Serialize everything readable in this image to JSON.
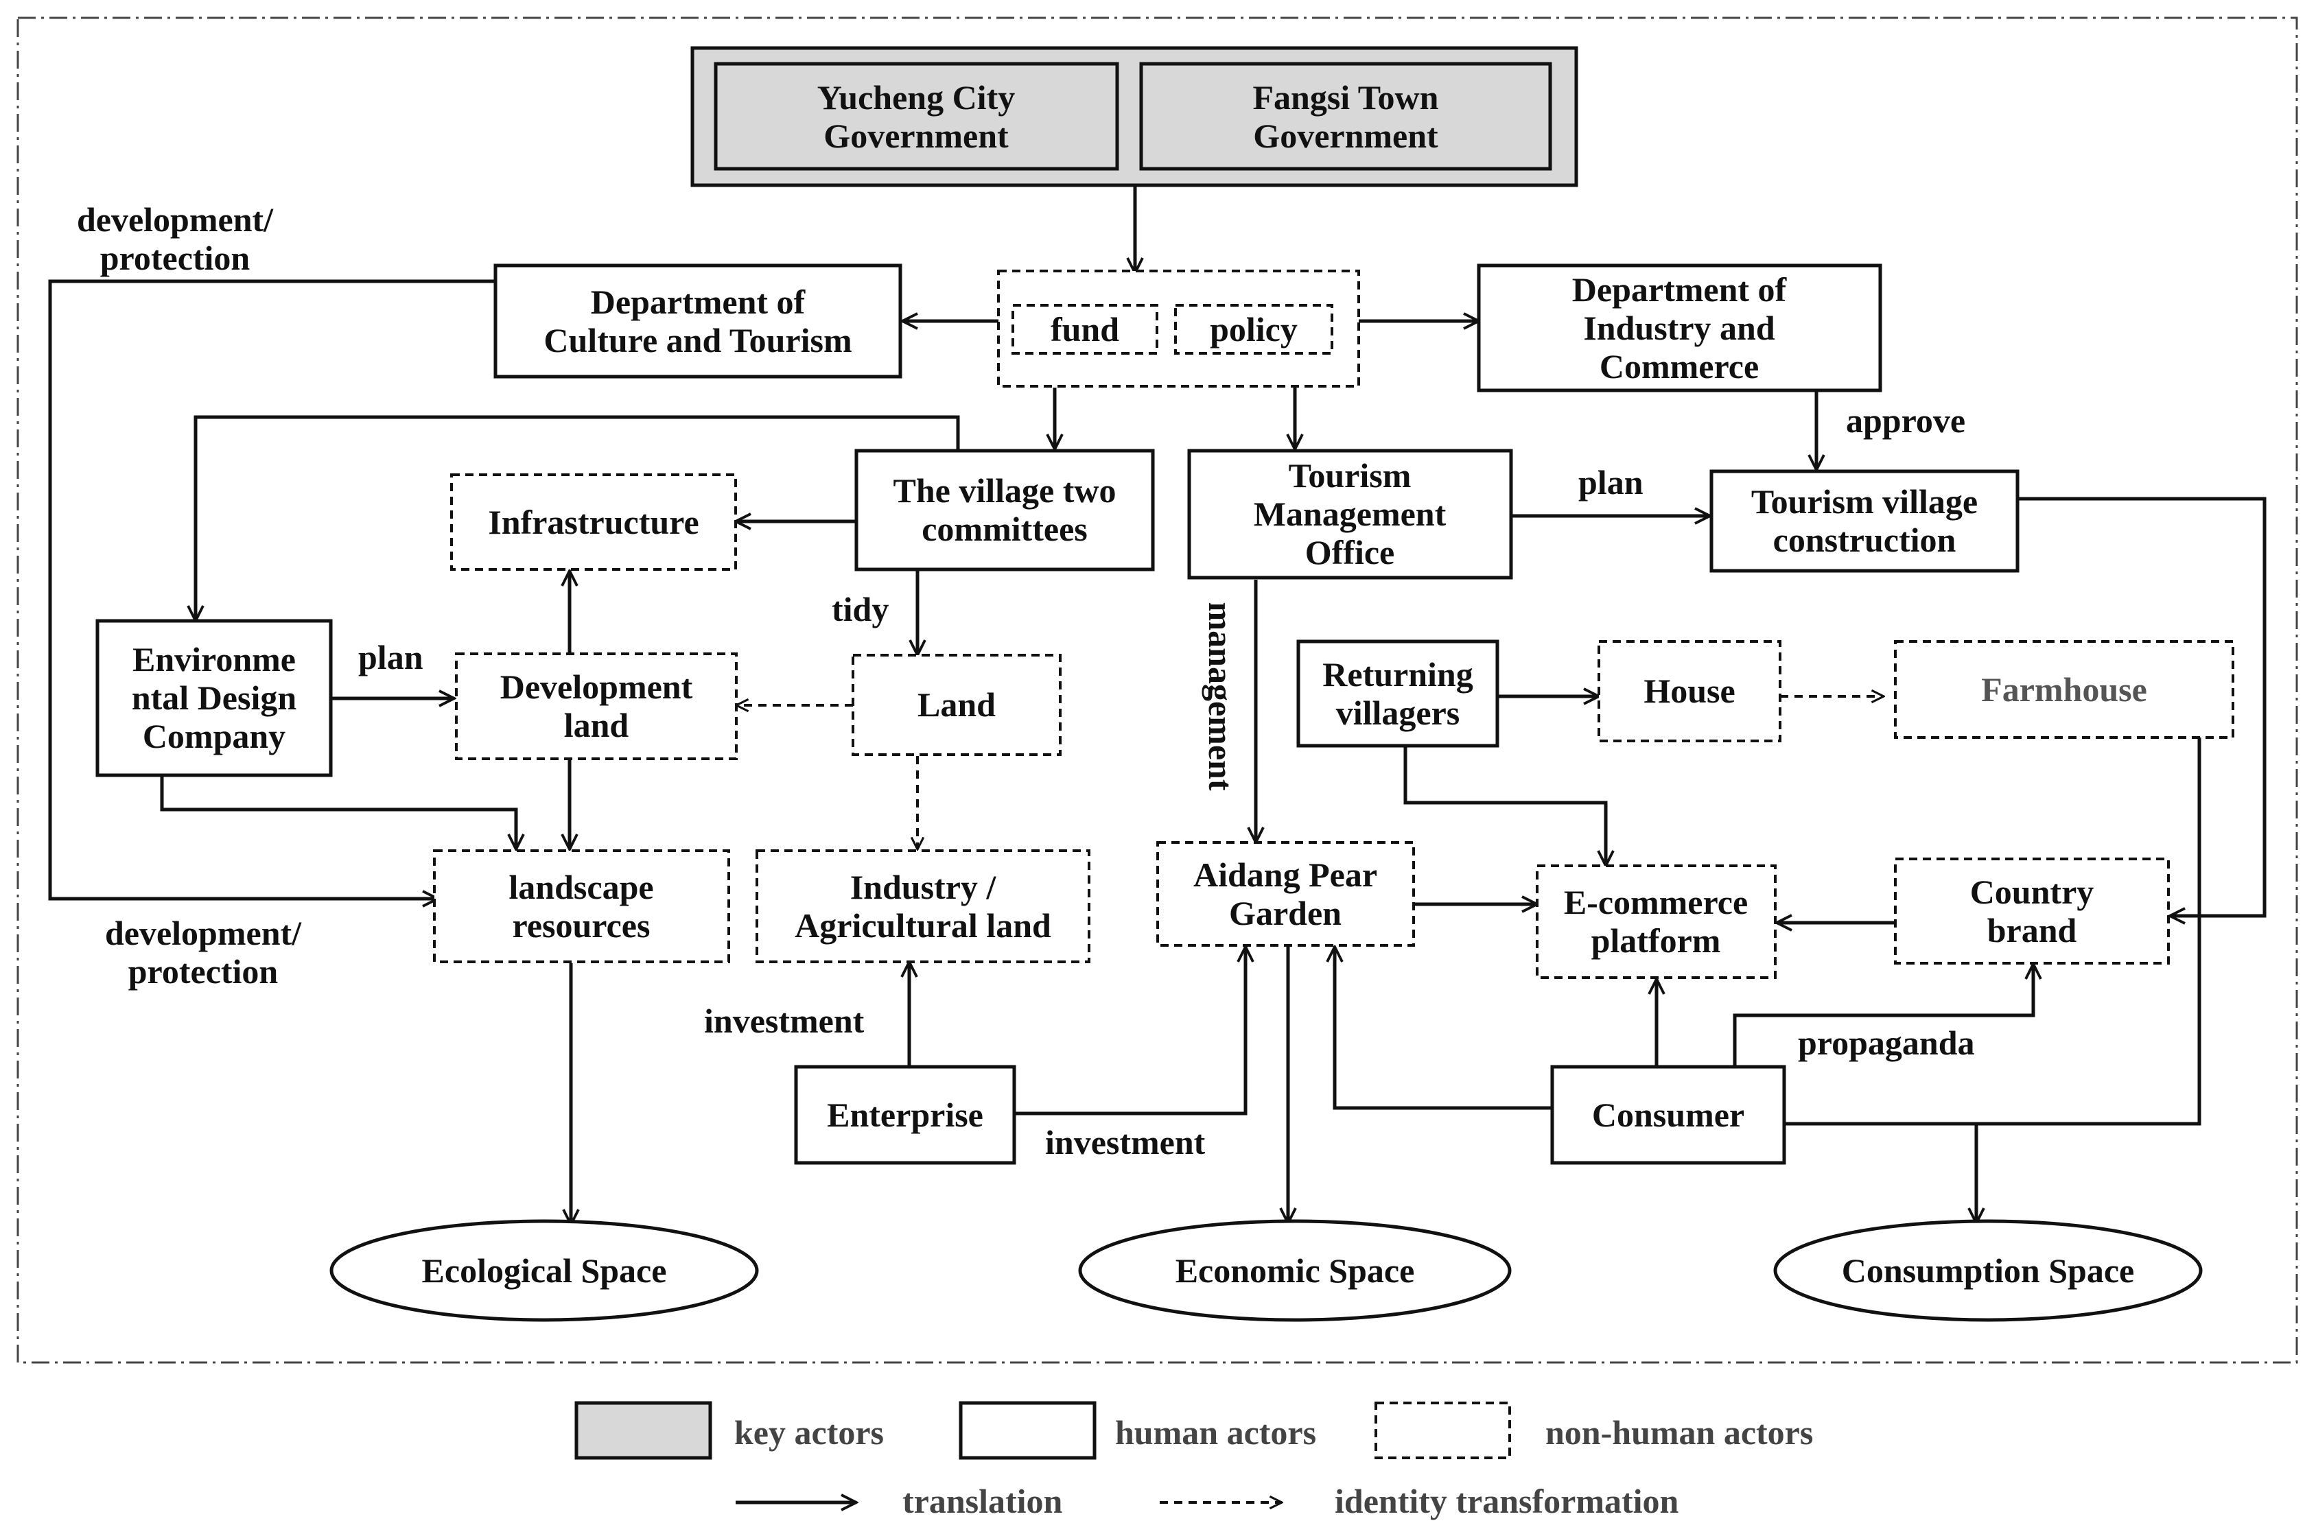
{
  "nodes": {
    "yucheng_gov": {
      "lines": [
        "Yucheng City",
        "Government"
      ]
    },
    "fangsi_gov": {
      "lines": [
        "Fangsi Town",
        "Government"
      ]
    },
    "fund": {
      "lines": [
        "fund"
      ]
    },
    "policy": {
      "lines": [
        "policy"
      ]
    },
    "dept_culture": {
      "lines": [
        "Department of",
        "Culture and Tourism"
      ]
    },
    "dept_industry": {
      "lines": [
        "Department of",
        "Industry and",
        "Commerce"
      ]
    },
    "village_committees": {
      "lines": [
        "The village two",
        "committees"
      ]
    },
    "tourism_office": {
      "lines": [
        "Tourism",
        "Management",
        "Office"
      ]
    },
    "tourism_village": {
      "lines": [
        "Tourism village",
        "construction"
      ]
    },
    "infrastructure": {
      "lines": [
        "Infrastructure"
      ]
    },
    "env_design": {
      "lines": [
        "Environme",
        "ntal  Design",
        "Company"
      ]
    },
    "dev_land": {
      "lines": [
        "Development",
        "land"
      ]
    },
    "land": {
      "lines": [
        "Land"
      ]
    },
    "returning_villagers": {
      "lines": [
        "Returning",
        "villagers"
      ]
    },
    "house": {
      "lines": [
        "House"
      ]
    },
    "farmhouse": {
      "lines": [
        "Farmhouse"
      ]
    },
    "landscape": {
      "lines": [
        "landscape",
        "resources"
      ]
    },
    "industry_land": {
      "lines": [
        "Industry /",
        "Agricultural land"
      ]
    },
    "aidang": {
      "lines": [
        "Aidang Pear",
        "Garden"
      ]
    },
    "ecommerce": {
      "lines": [
        "E-commerce",
        "platform"
      ]
    },
    "country_brand": {
      "lines": [
        "Country",
        "brand"
      ]
    },
    "enterprise": {
      "lines": [
        "Enterprise"
      ]
    },
    "consumer": {
      "lines": [
        "Consumer"
      ]
    },
    "ecological_space": {
      "lines": [
        "Ecological Space"
      ]
    },
    "economic_space": {
      "lines": [
        "Economic Space"
      ]
    },
    "consumption_space": {
      "lines": [
        "Consumption Space"
      ]
    }
  },
  "edge_labels": {
    "dev_protect_top": [
      "development/",
      "protection"
    ],
    "dev_protect_bottom": [
      "development/",
      "protection"
    ],
    "approve": "approve",
    "plan_tourism": "plan",
    "plan_env": "plan",
    "tidy": "tidy",
    "management": "management",
    "investment_industry": "investment",
    "investment_aidang": "investment",
    "propaganda": "propaganda"
  },
  "legend": {
    "key_actors": "key actors",
    "human_actors": "human actors",
    "non_human_actors": "non-human actors",
    "translation": "translation",
    "identity_transformation": "identity transformation"
  }
}
